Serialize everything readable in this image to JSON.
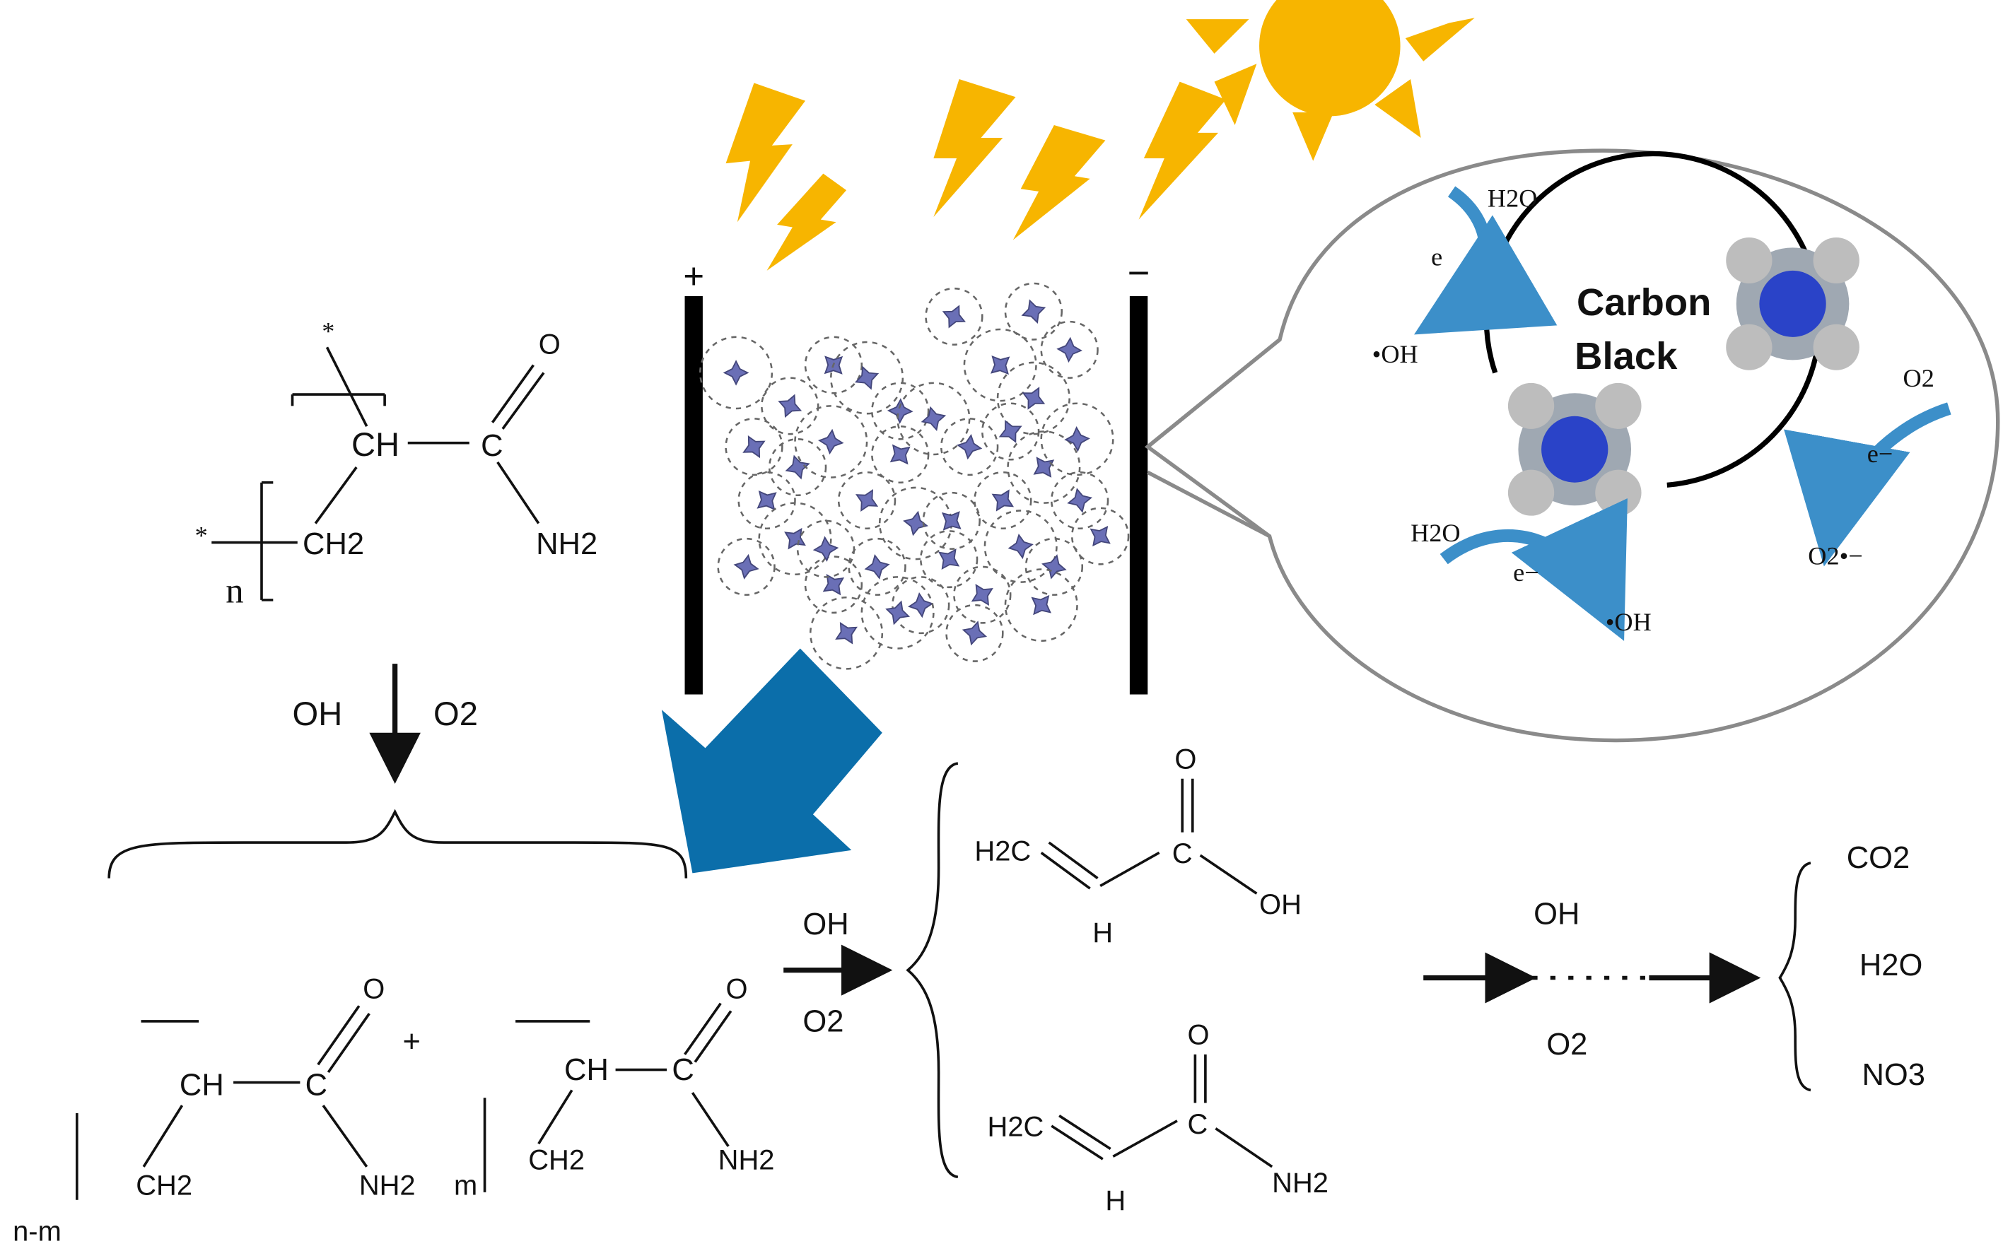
{
  "polymer": {
    "star": "*",
    "ch": "CH",
    "ch2": "CH2",
    "carbonyl_o": "O",
    "carbonyl_c": "C",
    "amide": "NH2",
    "n": "n"
  },
  "step1": {
    "oh": "OH",
    "o2": "O2"
  },
  "products_left": {
    "left_ch": "CH",
    "left_ch2": "CH2",
    "left_c": "C",
    "left_o": "O",
    "left_nh2": "NH2",
    "left_index": "n-m",
    "plus": "+",
    "right_ch": "CH",
    "right_ch2": "CH2",
    "right_c": "C",
    "right_o": "O",
    "right_nh2": "NH2",
    "right_index": "m"
  },
  "step2": {
    "oh": "OH",
    "o2": "O2"
  },
  "monomers": {
    "acid_h2c": "H2C",
    "acid_h": "H",
    "acid_c": "C",
    "acid_o": "O",
    "acid_oh": "OH",
    "amide_h2c": "H2C",
    "amide_h": "H",
    "amide_c": "C",
    "amide_o": "O",
    "amide_nh2": "NH2"
  },
  "step3": {
    "oh": "OH",
    "o2": "O2"
  },
  "final_products": [
    "CO2",
    "H2O",
    "NO3"
  ],
  "cell": {
    "plus": "+",
    "minus": "−"
  },
  "callout": {
    "title_line1": "Carbon",
    "title_line2": "Black",
    "h2o_top": "H2O",
    "e_top": "e",
    "oh_left": "•OH",
    "o2_right": "O2",
    "e_right": "e−",
    "o2_rad": "O2•−",
    "h2o_bottom": "H2O",
    "e_bottom": "e−",
    "oh_bottom": "•OH"
  },
  "colors": {
    "sun": "#f7b500",
    "bolt": "#f7b500",
    "blue_arrow": "#0b6eaa",
    "curved_arrow": "#3c8fc9",
    "electrode": "#000000",
    "callout_outline": "#8a8a8a"
  }
}
